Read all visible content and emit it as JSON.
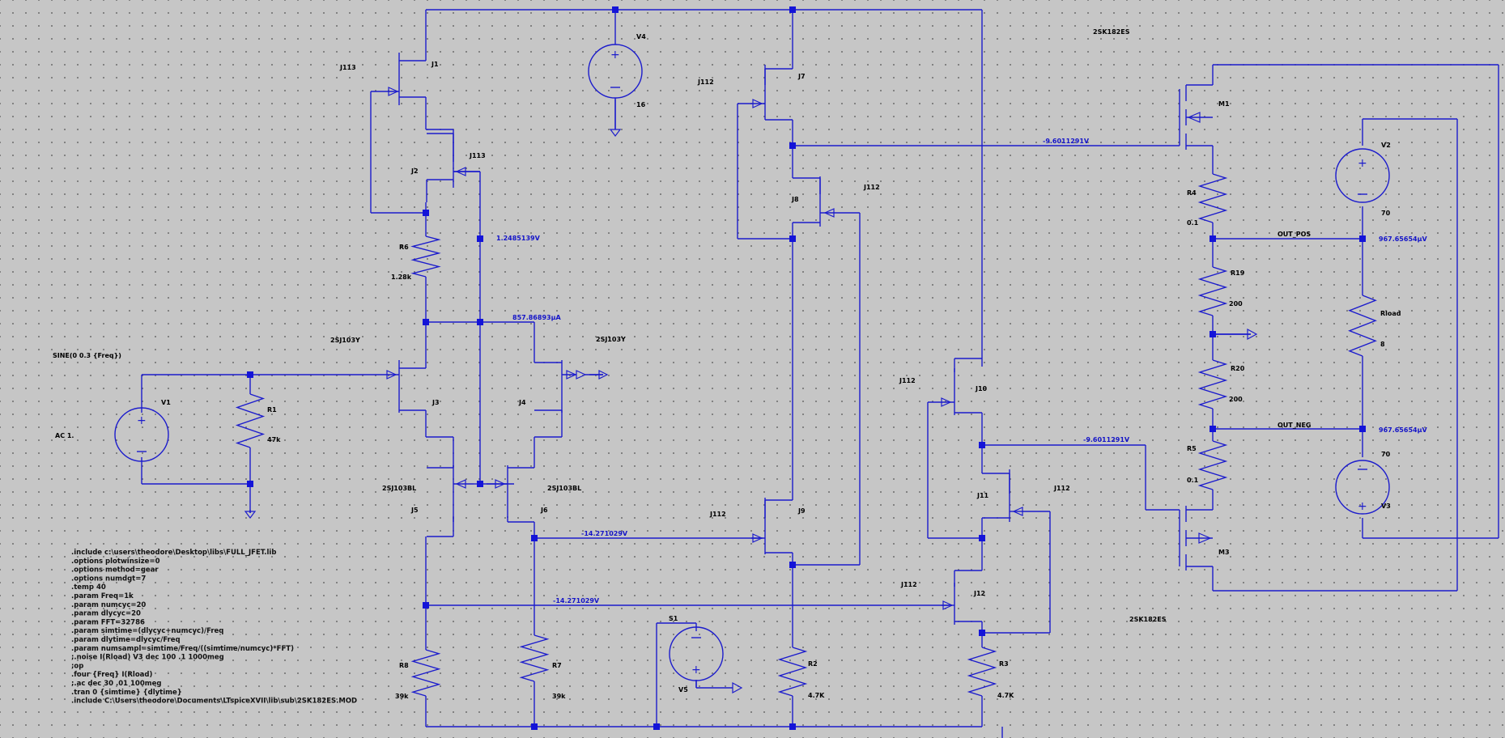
{
  "labels": {
    "j113_top": "J113",
    "j1": "J1",
    "j2": "J2",
    "j113_mid": "J113",
    "v4": "V4",
    "v4_value": "16",
    "j112_j7": "J112",
    "j7": "J7",
    "j112_j8": "J112",
    "j8": "J8",
    "r6": "R6",
    "r6_value": "1.28k",
    "sj103y_left": "2SJ103Y",
    "sj103y_right": "2SJ103Y",
    "sine": "SINE(0 0.3 {Freq})",
    "v1": "V1",
    "ac": "AC 1.",
    "r1": "R1",
    "r1_value": "47k",
    "j3": "J3",
    "j4": "J4",
    "sj103bl_left": "2SJ103BL",
    "sj103bl_right": "2SJ103BL",
    "j5": "J5",
    "j6": "J6",
    "j112_j9": "J112",
    "j9": "J9",
    "j112_j10": "J112",
    "j10": "J10",
    "j11": "J11",
    "j112_j11": "J112",
    "j112_j12": "J112",
    "j12": "J12",
    "r8": "R8",
    "r8_value": "39k",
    "r7": "R7",
    "r7_value": "39k",
    "s1": "S1",
    "v5": "V5",
    "r2": "R2",
    "r2_value": "4.7K",
    "r3": "R3",
    "r3_value": "4.7K",
    "sk182es_top": "2SK182ES",
    "m1": "M1",
    "v2": "V2",
    "v2_value": "70",
    "r4": "R4",
    "r4_value": "0.1",
    "out_pos": "OUT_POS",
    "r19": "R19",
    "r19_value": "200",
    "rload": "Rload",
    "rload_value": "8",
    "r20": "R20",
    "r20_value": "200",
    "out_neg": "OUT_NEG",
    "r5": "R5",
    "r5_value": "0.1",
    "v3_value": "70",
    "v3": "V3",
    "m3": "M3",
    "sk182es_bottom": "2SK182ES"
  },
  "nets": {
    "n1": "1.2485139V",
    "n2": "857.86893µA",
    "n3": "-9.6011291V",
    "n4": "967.65654µV",
    "n5": "-9.6011291V",
    "n6": "967.65654µV",
    "n7": "-14.271029V",
    "n8": "-14.271029V"
  },
  "directives": [
    ".include c:\\users\\theodore\\Desktop\\libs\\FULL_JFET.lib",
    ".options plotwinsize=0",
    ".options method=gear",
    ".options numdgt=7",
    ".temp 40",
    ".param Freq=1k",
    ".param numcyc=20",
    ".param dlycyc=20",
    ".param FFT=32786",
    ".param simtime=(dlycyc+numcyc)/Freq",
    ".param dlytime=dlycyc/Freq",
    ".param numsampl=simtime/Freq/((simtime/numcyc)*FFT)",
    ";.noise I(Rload) V3 dec 100 .1 1000meg",
    ";op",
    ".four {Freq} I(Rload)",
    ";.ac dec 30 .01 100meg",
    ".tran 0 {simtime} {dlytime}",
    ".include C:\\Users\\theodore\\Documents\\LTspiceXVII\\lib\\sub\\2SK182ES.MOD"
  ],
  "colors": {
    "background": "#c6c6c6",
    "wire": "#1c1ccc",
    "net_label": "#1414c8",
    "text": "#000000"
  }
}
